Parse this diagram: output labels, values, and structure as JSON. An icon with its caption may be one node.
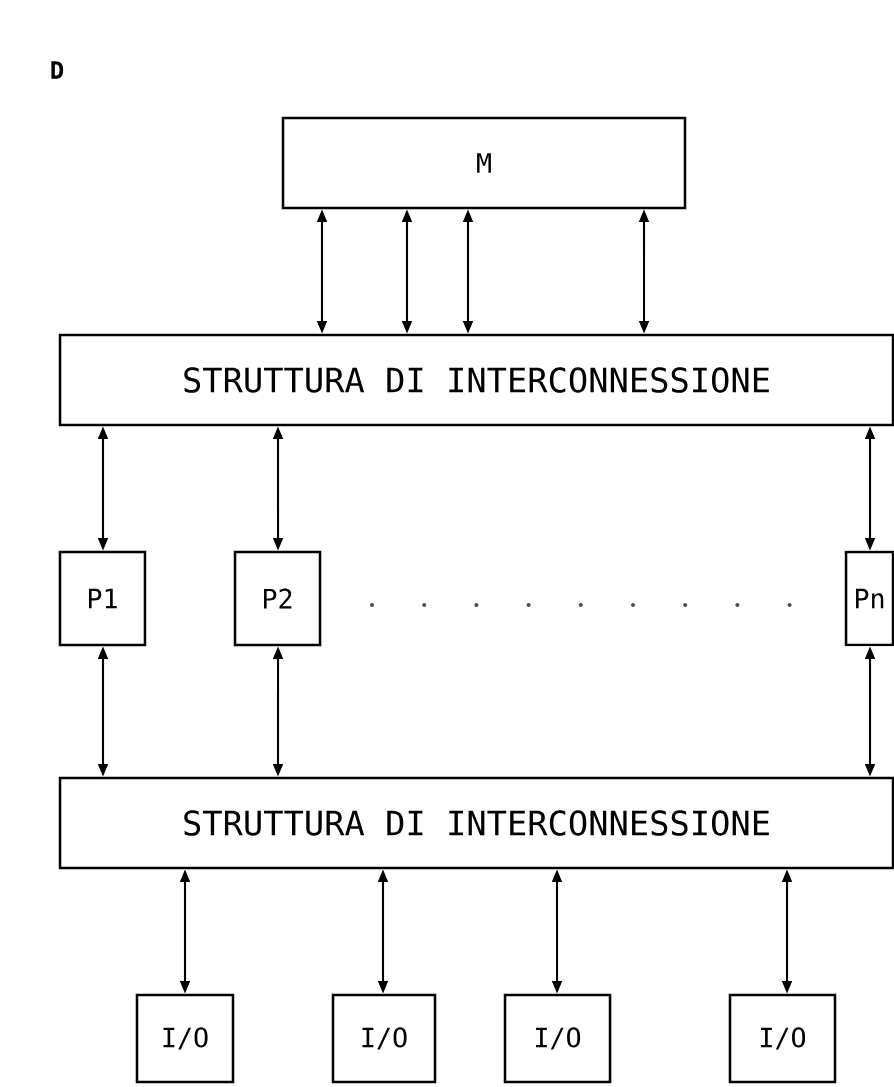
{
  "diagram": {
    "nodes": [
      {
        "text": [
          "M"
        ]
      },
      {
        "text": [
          "STRUTTURA DI INTERCONNESSIONE"
        ]
      },
      {
        "text": [
          "P1"
        ]
      },
      {
        "text": [
          "P2"
        ]
      },
      {
        "text": [
          "Pn"
        ]
      },
      {
        "text": [
          "STRUTTURA DI INTERCONNESSIONE"
        ]
      },
      {
        "text": [
          "I/O"
        ]
      },
      {
        "text": [
          "I/O"
        ]
      },
      {
        "text": [
          "I/O"
        ]
      },
      {
        "text": [
          "I/O"
        ]
      }
    ],
    "edges": [
      {
        "from": 0,
        "to": 1,
        "arrow": "both"
      },
      {
        "from": 0,
        "to": 1,
        "arrow": "both"
      },
      {
        "from": 0,
        "to": 1,
        "arrow": "both"
      },
      {
        "from": 0,
        "to": 1,
        "arrow": "both"
      },
      {
        "from": 1,
        "to": 2,
        "arrow": "both"
      },
      {
        "from": 1,
        "to": 3,
        "arrow": "both"
      },
      {
        "from": 1,
        "to": 4,
        "arrow": "both"
      },
      {
        "from": 2,
        "to": 5,
        "arrow": "both"
      },
      {
        "from": 3,
        "to": 5,
        "arrow": "both"
      },
      {
        "from": 4,
        "to": 5,
        "arrow": "both"
      },
      {
        "from": 5,
        "to": 6,
        "arrow": "both"
      },
      {
        "from": 5,
        "to": 7,
        "arrow": "both"
      },
      {
        "from": 5,
        "to": 8,
        "arrow": "both"
      },
      {
        "from": 5,
        "to": 9,
        "arrow": "both"
      }
    ],
    "labels": [
      "D"
    ]
  }
}
